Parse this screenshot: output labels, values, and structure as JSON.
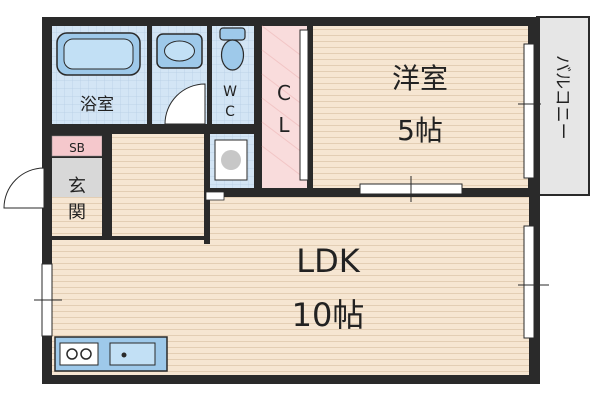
{
  "floor_plan": {
    "rooms": {
      "bath": {
        "label": "浴室"
      },
      "wc": {
        "label_w": "W",
        "label_c": "C"
      },
      "closet": {
        "label_c": "C",
        "label_l": "L"
      },
      "western_room": {
        "label": "洋室",
        "size": "5帖"
      },
      "shoe_box": {
        "label": "SB"
      },
      "entrance": {
        "label_top": "玄",
        "label_bottom": "関"
      },
      "ldk": {
        "label": "LDK",
        "size": "10帖"
      },
      "balcony": {
        "label": "バルコニー"
      }
    },
    "colors": {
      "wall": "#2a2a2a",
      "floor_wood": "#f6e6d2",
      "wood_line": "#d9c2a6",
      "wet_area": "#d3e5f5",
      "tile_line": "#b5cde4",
      "closet": "#f9dcdc",
      "entrance": "#d8d8d8",
      "shoe_box": "#f5c8cc",
      "balcony": "#e6e6e6",
      "fixture": "#9ec9ea"
    }
  }
}
